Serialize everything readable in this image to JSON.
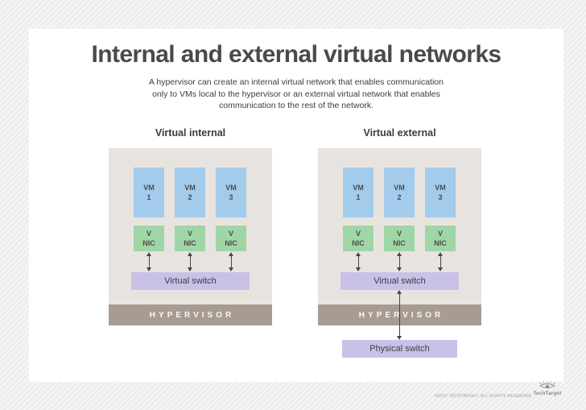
{
  "page": {
    "title": "Internal and external virtual networks",
    "subtitle": "A hypervisor can create an internal virtual network that enables communication\nonly to VMs local to the hypervisor or an external virtual network that enables\ncommunication to the rest of the network."
  },
  "colors": {
    "vm_blue": "#a3cbec",
    "nic_green": "#a0d6a6",
    "switch_purple": "#c9c1e7",
    "hypervisor_taupe": "#a89c92",
    "panel_gray": "#e7e4e0",
    "arrow_gray": "#454545",
    "title_gray": "#4a4a4c"
  },
  "diagrams": [
    {
      "title": "Virtual internal",
      "vms": [
        {
          "line1": "VM",
          "line2": "1"
        },
        {
          "line1": "VM",
          "line2": "2"
        },
        {
          "line1": "VM",
          "line2": "3"
        }
      ],
      "nics": [
        {
          "line1": "V",
          "line2": "NIC"
        },
        {
          "line1": "V",
          "line2": "NIC"
        },
        {
          "line1": "V",
          "line2": "NIC"
        }
      ],
      "virtual_switch_label": "Virtual switch",
      "hypervisor_label": "HYPERVISOR"
    },
    {
      "title": "Virtual external",
      "vms": [
        {
          "line1": "VM",
          "line2": "1"
        },
        {
          "line1": "VM",
          "line2": "2"
        },
        {
          "line1": "VM",
          "line2": "3"
        }
      ],
      "nics": [
        {
          "line1": "V",
          "line2": "NIC"
        },
        {
          "line1": "V",
          "line2": "NIC"
        },
        {
          "line1": "V",
          "line2": "NIC"
        }
      ],
      "virtual_switch_label": "Virtual switch",
      "hypervisor_label": "HYPERVISOR",
      "physical_switch_label": "Physical switch"
    }
  ],
  "footer": {
    "copyright": "©2022 TECHTARGET, ALL RIGHTS RESERVED.",
    "brand": "TechTarget"
  }
}
